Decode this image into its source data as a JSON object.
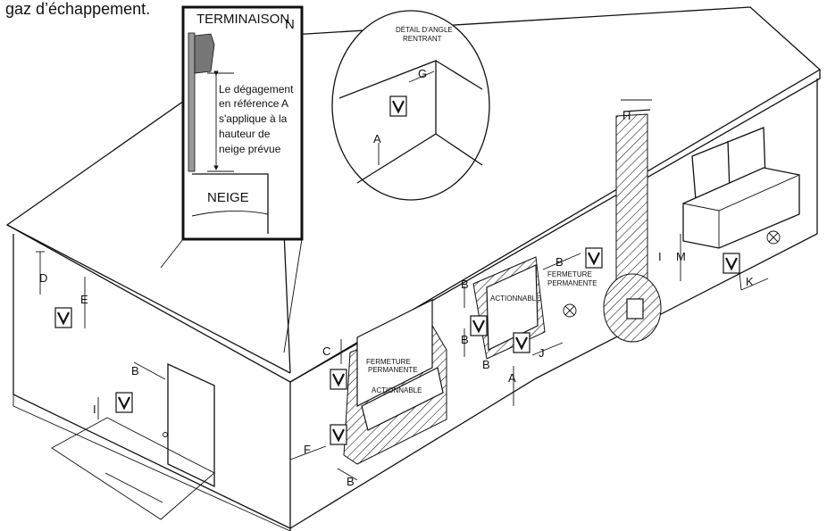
{
  "caption": "gaz d’échappement.",
  "inset_snow": {
    "title": "TERMINAISON",
    "title_suffix": "N",
    "note_lines": [
      "Le dégagement",
      "en référence A",
      "s'applique à la",
      "hauteur de",
      "neige prévue"
    ],
    "ground_label": "NEIGE"
  },
  "inset_corner": {
    "title_lines": [
      "DÉTAIL D'ANGLE",
      "RENTRANT"
    ],
    "label_g": "G",
    "label_a": "A"
  },
  "clearance_labels": {
    "A": "A",
    "B": "B",
    "C": "C",
    "D": "D",
    "E": "E",
    "F": "F",
    "H": "H",
    "I": "I",
    "J": "J",
    "K": "K",
    "M": "M"
  },
  "window_labels": {
    "front_fixed": [
      "FERMETURE",
      "PERMANENTE"
    ],
    "front_operable": "ACTIONNABLE",
    "side_fixed": [
      "FERMETURE",
      "PERMANENTE"
    ],
    "side_operable": "ACTIONNABLE"
  },
  "symbols": {
    "vent": "V",
    "air_supply": "x"
  }
}
